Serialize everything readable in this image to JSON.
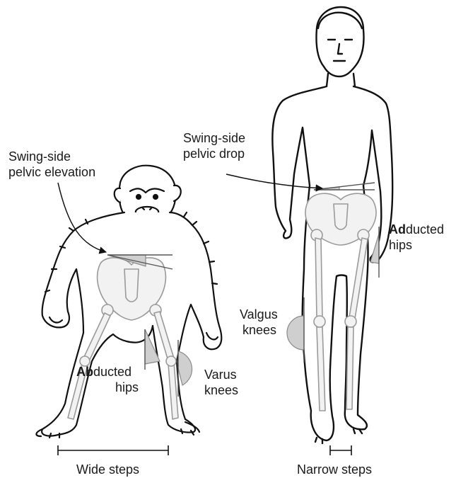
{
  "labels": {
    "chimp_pelvis": {
      "line1": "Swing-side",
      "line2": "pelvic elevation"
    },
    "human_pelvis": {
      "line1": "Swing-side",
      "line2": "pelvic drop"
    },
    "abducted": {
      "prefix": "Ab",
      "rest": "ducted",
      "line2": "hips"
    },
    "adducted": {
      "prefix": "Ad",
      "rest": "ducted",
      "line2": "hips"
    },
    "varus": {
      "line1": "Varus",
      "line2": "knees"
    },
    "valgus": {
      "line1": "Valgus",
      "line2": "knees"
    },
    "wide_steps": "Wide steps",
    "narrow_steps": "Narrow steps"
  },
  "colors": {
    "outline": "#111111",
    "bone_fill": "#f2f2f2",
    "bone_stroke": "#9a9a9a",
    "angle_fill": "#cfcfcf",
    "angle_stroke": "#8a8a8a"
  }
}
